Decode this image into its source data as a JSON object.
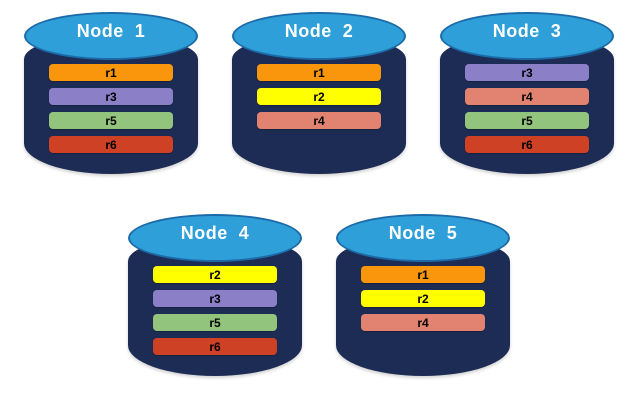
{
  "palette": {
    "background": "#ffffff",
    "cylinder_body": "#1d2c54",
    "cylinder_top": "#2e9fd8",
    "cylinder_top_border": "#1c6ba8",
    "label_text": "#ffffff",
    "replica_text": "#000000"
  },
  "replica_colors": {
    "r1": "#f9960b",
    "r2": "#ffff00",
    "r3": "#8b7fc8",
    "r4": "#e28371",
    "r5": "#93c47d",
    "r6": "#ce4125"
  },
  "rows": [
    {
      "nodes": [
        {
          "label": "Node  1",
          "replicas": [
            {
              "id": "r1",
              "color": "#f9960b"
            },
            {
              "id": "r3",
              "color": "#8b7fc8"
            },
            {
              "id": "r5",
              "color": "#93c47d"
            },
            {
              "id": "r6",
              "color": "#ce4125"
            }
          ]
        },
        {
          "label": "Node  2",
          "replicas": [
            {
              "id": "r1",
              "color": "#f9960b"
            },
            {
              "id": "r2",
              "color": "#ffff00"
            },
            {
              "id": "r4",
              "color": "#e28371"
            }
          ]
        },
        {
          "label": "Node  3",
          "replicas": [
            {
              "id": "r3",
              "color": "#8b7fc8"
            },
            {
              "id": "r4",
              "color": "#e28371"
            },
            {
              "id": "r5",
              "color": "#93c47d"
            },
            {
              "id": "r6",
              "color": "#ce4125"
            }
          ]
        }
      ]
    },
    {
      "nodes": [
        {
          "label": "Node  4",
          "replicas": [
            {
              "id": "r2",
              "color": "#ffff00"
            },
            {
              "id": "r3",
              "color": "#8b7fc8"
            },
            {
              "id": "r5",
              "color": "#93c47d"
            },
            {
              "id": "r6",
              "color": "#ce4125"
            }
          ]
        },
        {
          "label": "Node  5",
          "replicas": [
            {
              "id": "r1",
              "color": "#f9960b"
            },
            {
              "id": "r2",
              "color": "#ffff00"
            },
            {
              "id": "r4",
              "color": "#e28371"
            }
          ]
        }
      ]
    }
  ]
}
